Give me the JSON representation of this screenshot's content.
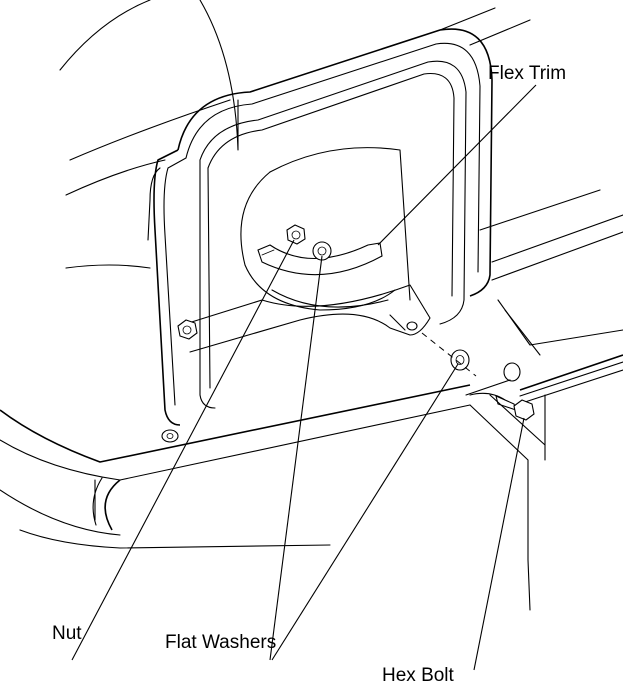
{
  "labels": {
    "flex_trim": "Flex Trim",
    "nut": "Nut",
    "flat_washers": "Flat Washers",
    "hex_bolt": "Hex Bolt"
  },
  "colors": {
    "line": "#000000",
    "background": "#ffffff"
  }
}
